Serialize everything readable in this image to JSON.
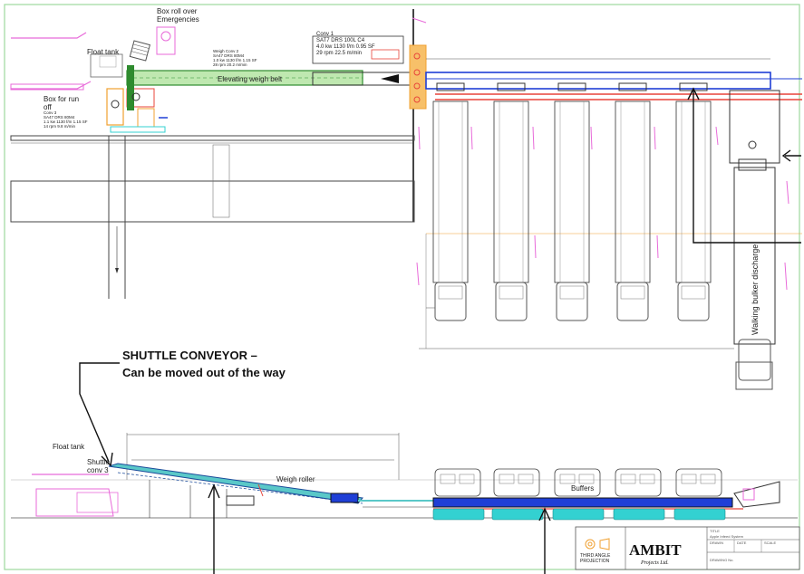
{
  "plan_view": {
    "box_roll_over": "Box roll over\nEmergencies",
    "float_tank": "Float tank",
    "box_for_run_off": "Box for run\noff",
    "elevating_weigh_belt": "Elevating weigh belt",
    "conv1": "Conv 1\nSAT7 DRS 100L C4\n4.0 kw 1130 f/m 0.95 SF\n29 rpm 22.5 m/min",
    "weigh_conv2": "Weigh Conv 2\nSA47 DRS 80M4\n1.0 kw 1130 f/m 1.15 SF\n28 rpm 20.2 m/min",
    "conv3": "Conv 3\nSA47 DRS 80M4\n1.1 kw 1130 f/m 1.15 SF\n14 rpm 9.8 m/min",
    "walking_bulker": "Walking bulker discharge"
  },
  "elevation_view": {
    "callout_line1": "SHUTTLE CONVEYOR –",
    "callout_line2": "Can be moved out of the way",
    "float_tank": "Float tank",
    "shuttle_conv": "Shuttle\nconv 3",
    "weigh_roller": "Weigh roller",
    "buffers": "Buffers"
  },
  "title_block": {
    "title_label": "TITLE",
    "title": "Apple Infeed System",
    "projection": "THIRD ANGLE\nPROJECTION",
    "company": "AMBIT",
    "company_sub": "Projects Ltd.",
    "drawn": "DRAWN",
    "date": "DATE",
    "scale": "SCALE",
    "drawing_no": "DRAWING No."
  },
  "colors": {
    "frame": "#9cd89c",
    "belt_green": "#2e8b2e",
    "belt_blue": "#1f3fd6",
    "rail_red": "#e8443a",
    "pink": "#e86ad9",
    "orange": "#f0a030",
    "cyan": "#33d1d1"
  }
}
